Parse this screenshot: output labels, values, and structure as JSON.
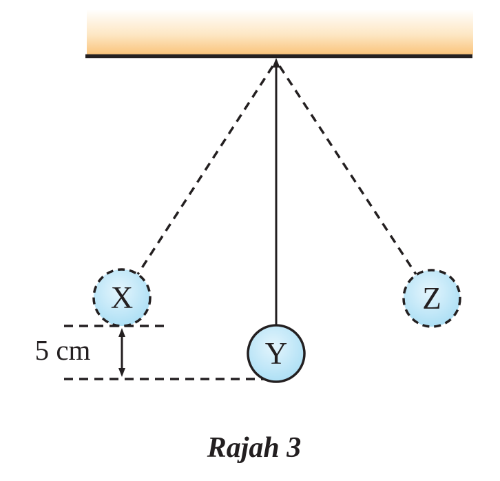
{
  "figure": {
    "caption": "Rajah 3",
    "measurement_label": "5 cm",
    "balls": [
      {
        "label": "X",
        "outline": "dashed"
      },
      {
        "label": "Y",
        "outline": "solid"
      },
      {
        "label": "Z",
        "outline": "dashed"
      }
    ]
  },
  "colors": {
    "ink": "#231F20",
    "ceiling_top": "#FFFEFC",
    "ceiling_mid": "#FDE7C4",
    "ceiling_bottom": "#FAC47C",
    "ball_center": "#E4F5FD",
    "ball_edge": "#A2DBF3"
  }
}
